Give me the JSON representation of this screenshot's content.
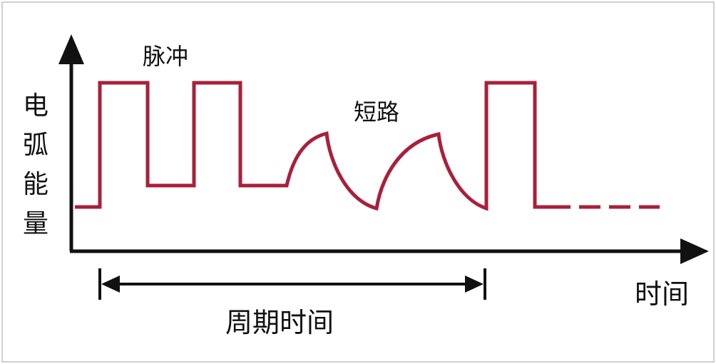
{
  "diagram": {
    "y_axis_label": "电弧能量",
    "x_axis_label": "时间",
    "pulse_label": "脉冲",
    "short_circuit_label": "短路",
    "period_label": "周期时间",
    "colors": {
      "waveform": "#a8203a",
      "axis": "#111111",
      "text": "#111111",
      "border": "#bfbfbf"
    }
  }
}
